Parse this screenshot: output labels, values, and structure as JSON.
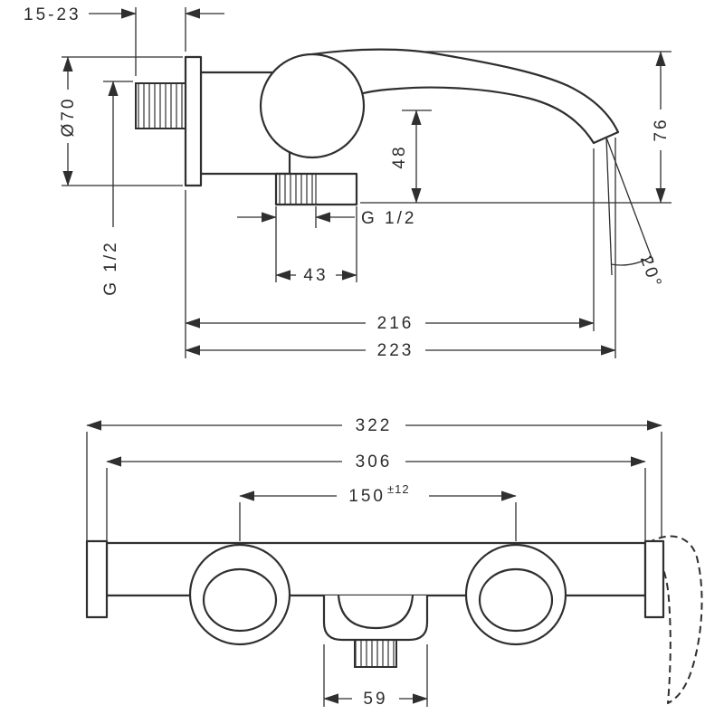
{
  "colors": {
    "line": "#2f2f2f",
    "background": "#ffffff"
  },
  "side_view": {
    "projection_range": "15-23",
    "escutcheon_diameter": "Ø70",
    "wall_thread": "G 1/2",
    "spout_height": "48",
    "outlet_thread": "G 1/2",
    "outlet_width": "43",
    "overall_height": "76",
    "spout_angle": "20°",
    "reach": "216",
    "overall_reach": "223"
  },
  "front_view": {
    "overall_width": "322",
    "body_width": "306",
    "hole_centers": "150",
    "hole_centers_tolerance": "±12",
    "outlet_width": "59"
  }
}
